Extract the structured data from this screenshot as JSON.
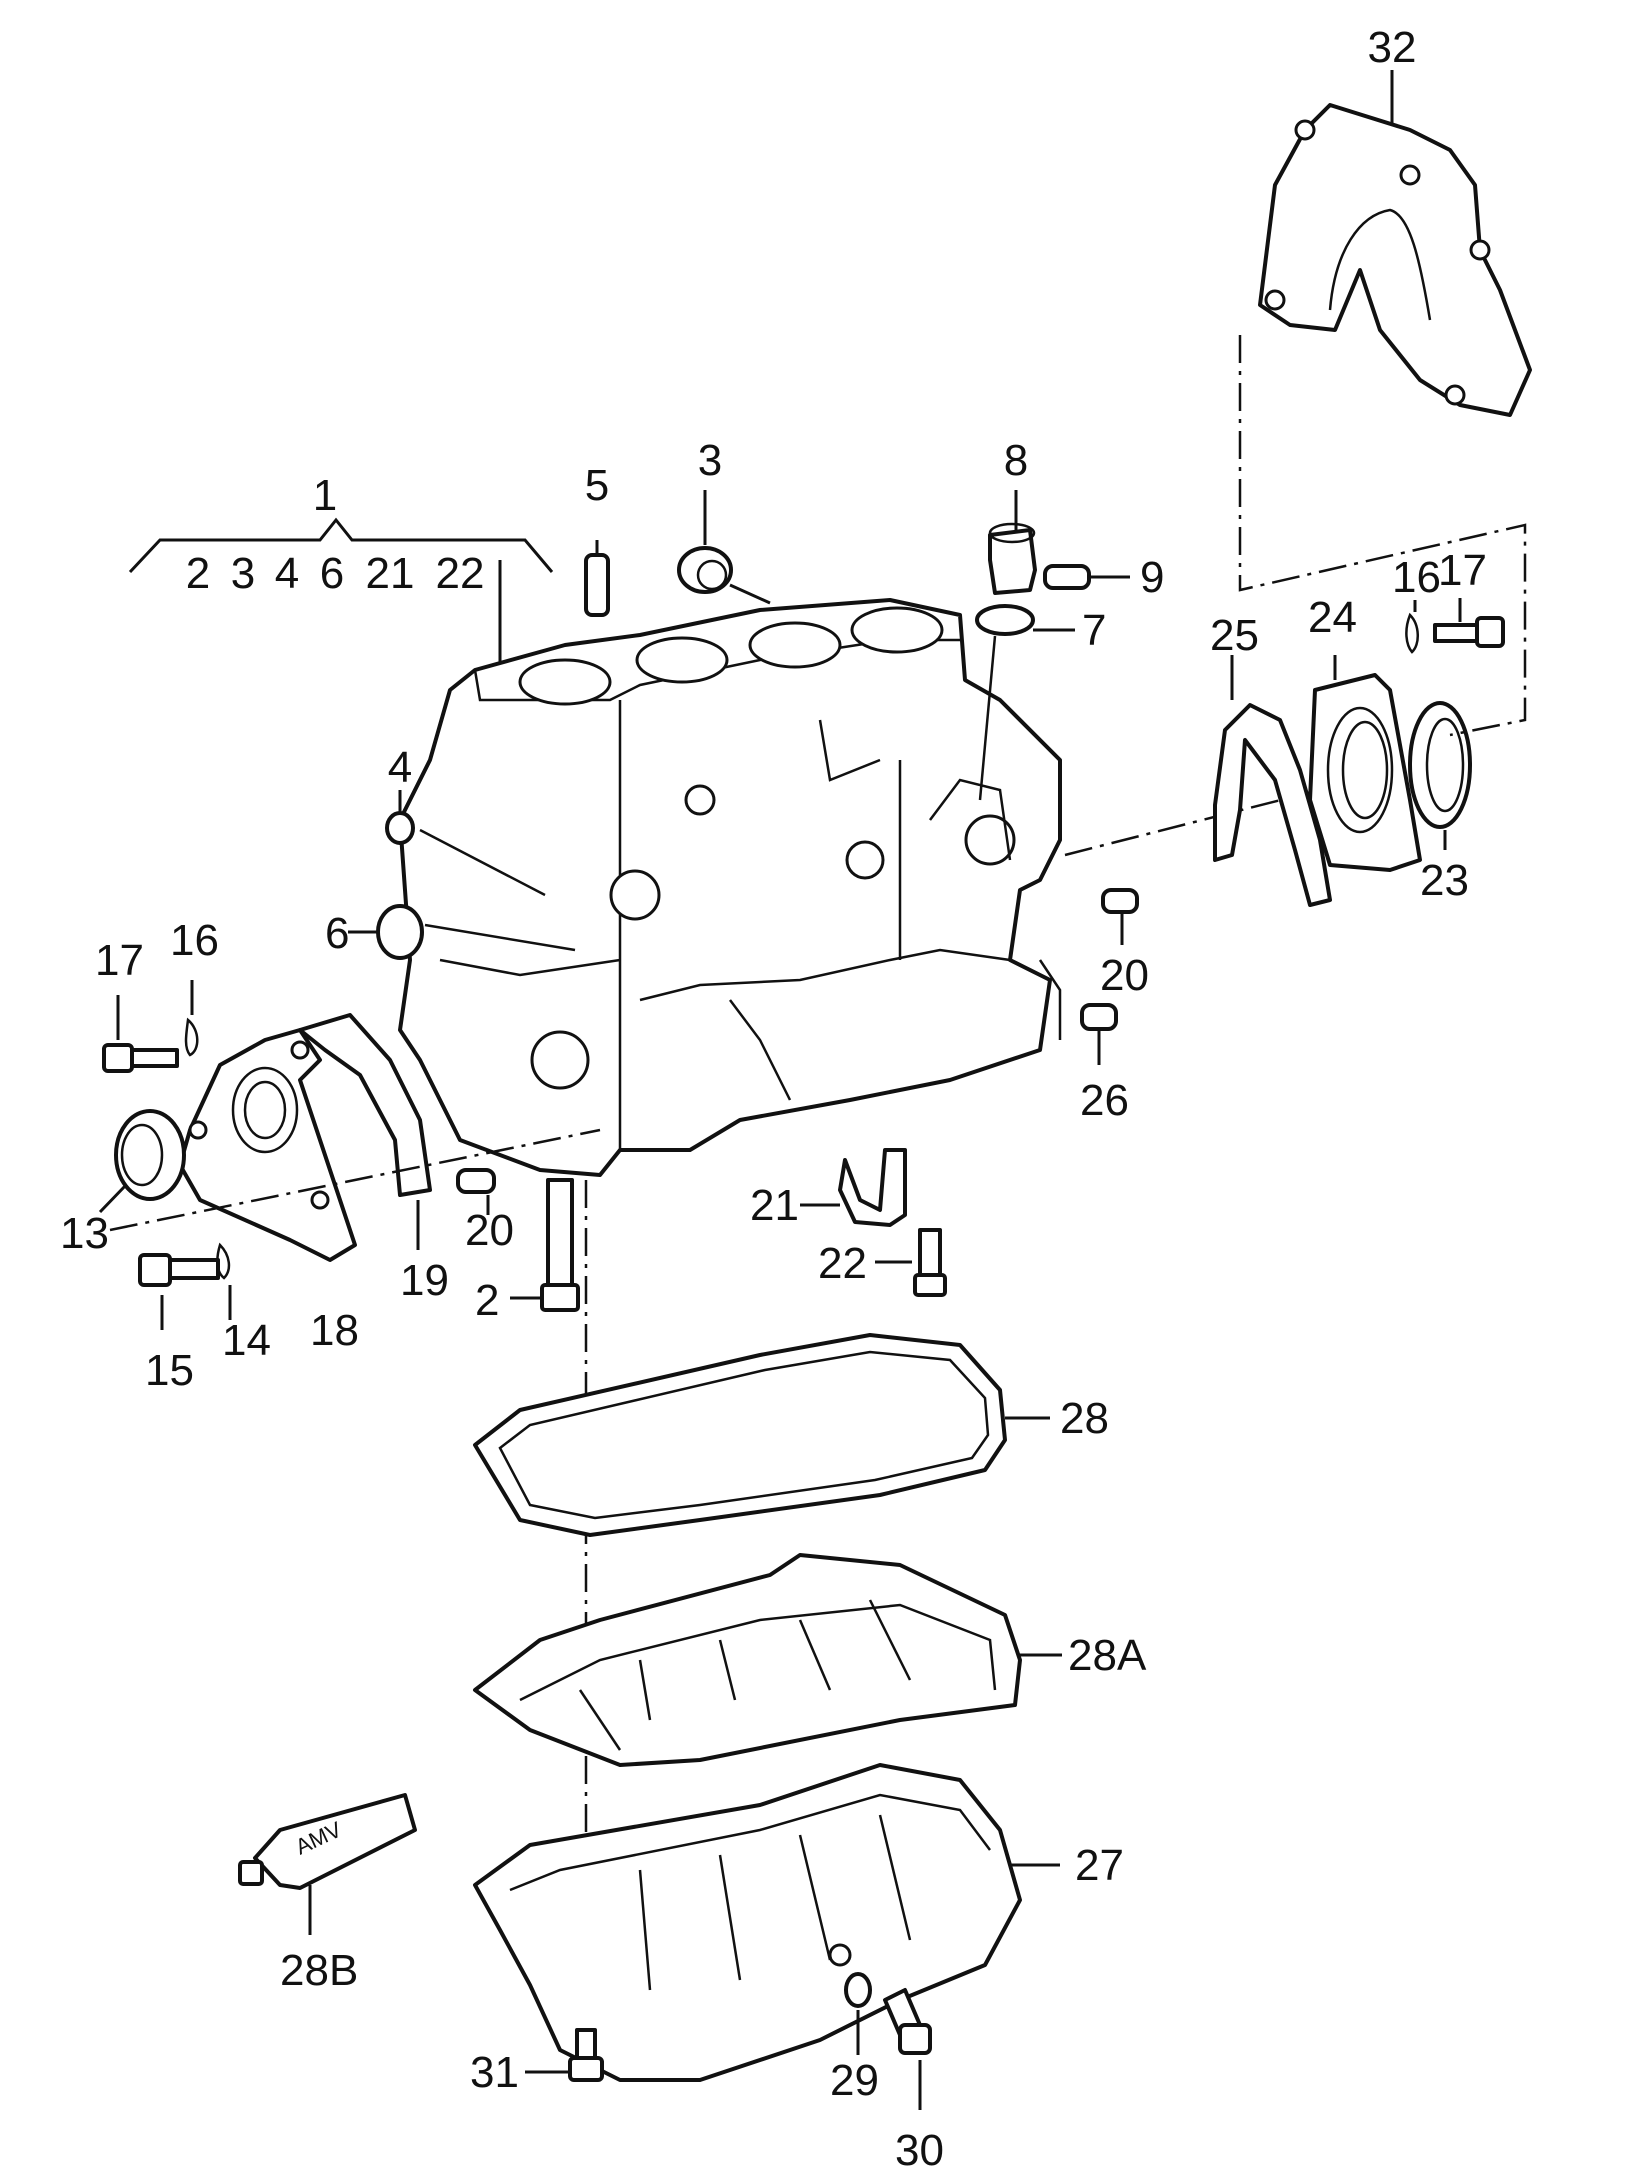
{
  "diagram": {
    "type": "exploded-parts-view",
    "callouts": {
      "c1": "1",
      "c2": "2",
      "c3": "3",
      "c4": "4",
      "c5": "5",
      "c6": "6",
      "c7": "7",
      "c8": "8",
      "c9": "9",
      "c13": "13",
      "c14": "14",
      "c15": "15",
      "c16": "16",
      "c17": "17",
      "c18": "18",
      "c19": "19",
      "c20": "20",
      "c21": "21",
      "c22": "22",
      "c23": "23",
      "c24": "24",
      "c25": "25",
      "c26": "26",
      "c27": "27",
      "c28": "28",
      "c28a": "28A",
      "c28b": "28B",
      "c29": "29",
      "c30": "30",
      "c31": "31",
      "c32": "32"
    },
    "group_list": [
      "2",
      "3",
      "4",
      "6",
      "21",
      "22"
    ],
    "tube_text": "AMV"
  }
}
